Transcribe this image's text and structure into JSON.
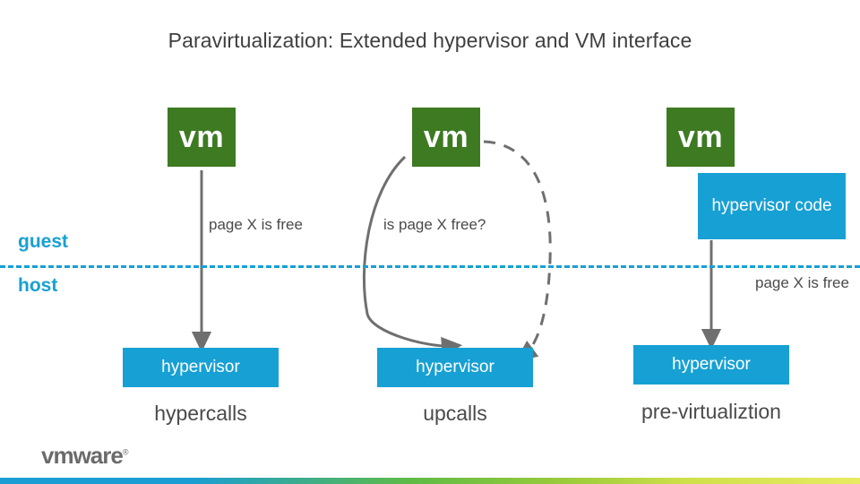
{
  "slide": {
    "title": "Paravirtualization: Extended hypervisor and VM interface",
    "logo": "vmware",
    "logo_mark": "®"
  },
  "boundary": {
    "guest_label": "guest",
    "host_label": "host",
    "divider_color": "#17a0d4"
  },
  "colors": {
    "vm_green": "#3d7a22",
    "blue": "#17a0d4",
    "arrow_gray": "#6f6f6f",
    "text_gray": "#4a4a4a"
  },
  "columns": [
    {
      "vm_label": "vm",
      "note": "page X is free",
      "hypervisor_label": "hypervisor",
      "caption": "hypercalls"
    },
    {
      "vm_label": "vm",
      "note": "is page X free?",
      "hypervisor_label": "hypervisor",
      "caption": "upcalls"
    },
    {
      "vm_label": "vm",
      "hypervisor_code_label": "hypervisor code",
      "note": "page X is free",
      "hypervisor_label": "hypervisor",
      "caption": "pre-virtualiztion"
    }
  ],
  "arrows": [
    {
      "name": "hypercall-down-arrow",
      "direction": "down"
    },
    {
      "name": "upcall-curved-arrow",
      "direction": "down-curved"
    },
    {
      "name": "upcall-question-dashed-arrow",
      "direction": "down-dashed"
    },
    {
      "name": "previrtualization-down-arrow",
      "direction": "down"
    }
  ]
}
